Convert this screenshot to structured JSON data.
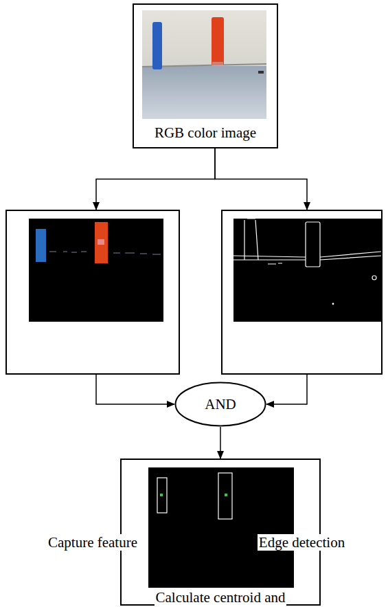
{
  "diagram": {
    "nodes": [
      {
        "text": [
          "RGB color image"
        ]
      },
      {
        "text": [
          "Capture feature"
        ]
      },
      {
        "text": [
          "Edge detection"
        ]
      },
      {
        "text": [
          "AND"
        ]
      },
      {
        "text": [
          "Calculate centroid and"
        ]
      }
    ],
    "edges": [
      {
        "from": 0,
        "to": 1,
        "arrow": "to"
      },
      {
        "from": 0,
        "to": 2,
        "arrow": "to"
      },
      {
        "from": 1,
        "to": 3,
        "arrow": "to"
      },
      {
        "from": 2,
        "to": 3,
        "arrow": "to"
      },
      {
        "from": 3,
        "to": 4,
        "arrow": "to"
      }
    ]
  }
}
